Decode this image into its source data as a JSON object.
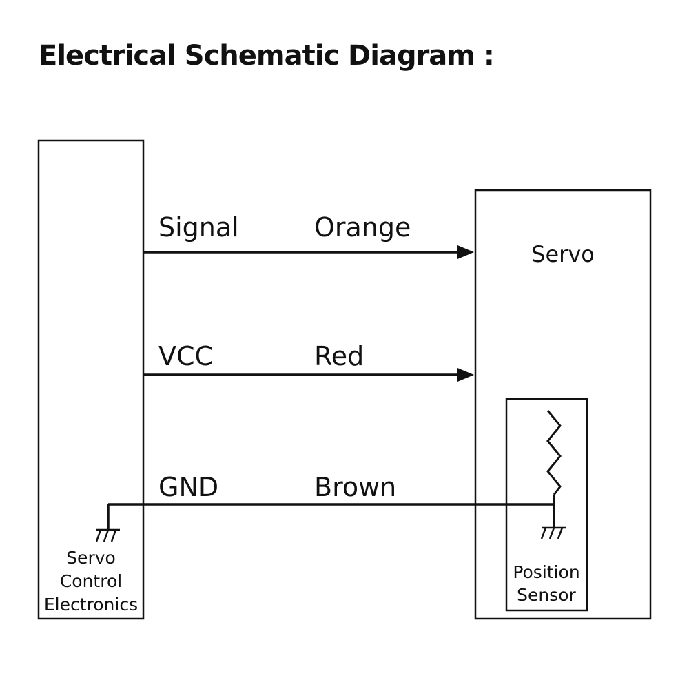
{
  "title": "Electrical Schematic Diagram :",
  "wires": [
    {
      "name": "Signal",
      "color_name": "Orange"
    },
    {
      "name": "VCC",
      "color_name": "Red"
    },
    {
      "name": "GND",
      "color_name": "Brown"
    }
  ],
  "servo_label": "Servo",
  "controller_label": [
    "Servo",
    "Control",
    "Electronics"
  ],
  "sensor_label": [
    "Position",
    "Sensor"
  ],
  "line_color": "#111111"
}
